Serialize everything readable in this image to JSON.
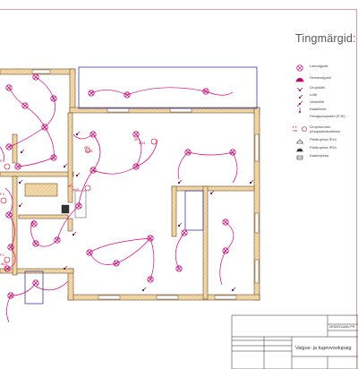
{
  "drawing": {
    "title": "Tingmärgid:",
    "accent_color": "#c8001e",
    "wiring_color": "#e2007a",
    "wall_fill": "#f4d9a8",
    "wall_stroke": "#6b4a2b",
    "blue_outline": "#3a3a9e"
  },
  "legend": [
    {
      "icon": "ceiling-light-icon",
      "label": "Laevalgusti"
    },
    {
      "icon": "wall-light-icon",
      "label": "Seinavalgusti"
    },
    {
      "icon": "group-switch-icon",
      "label": "Grupilüliti"
    },
    {
      "icon": "switch-icon",
      "label": "Lüliti"
    },
    {
      "icon": "two-way-switch-icon",
      "label": "Vahelüliti"
    },
    {
      "icon": "cable-icon",
      "label": "Kaablikote"
    },
    {
      "icon": "ceiling-box-icon",
      "label": "Pesajaotuskarbi (PJK)"
    },
    {
      "icon": "group-number-icon",
      "label": "Grupinumber\npesajaotuskarbisse"
    },
    {
      "icon": "socket-ip44-icon",
      "label": "Pistikupesa IP44"
    },
    {
      "icon": "socket-ip54-icon",
      "label": "Pistikupesa IP54"
    },
    {
      "icon": "switchboard-icon",
      "label": "Kaabelpesa"
    }
  ],
  "group_labels": {
    "g1": "XP1",
    "g1_sub": "W3/1",
    "g2": "XP1",
    "g2_sub": "W3/2",
    "g3": "P 3",
    "g4": "P 2",
    "g5": "P 1",
    "g5_sub": "W1/1",
    "g6": "XP1",
    "g6_sub": "W3/3"
  },
  "title_block": {
    "project_code": "ÜKSIKELAMU PR",
    "drawing_title": "Valgus- ja tugevvoolupaig"
  }
}
